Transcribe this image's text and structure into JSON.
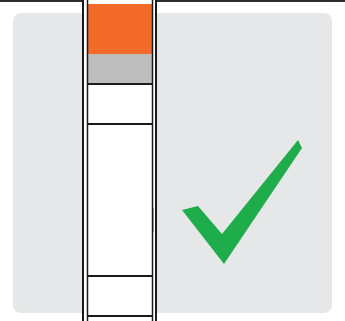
{
  "colors": {
    "panel": "#e6e7e8",
    "outline": "#1a1a1a",
    "segment_filled": "#f26b2a",
    "segment_partial": "#bdbdbd",
    "segment_empty": "#ffffff",
    "check": "#1fad4b"
  },
  "column": {
    "segments": [
      {
        "name": "segment-1",
        "state": "filled"
      },
      {
        "name": "segment-2",
        "state": "partial"
      },
      {
        "name": "segment-3",
        "state": "empty"
      },
      {
        "name": "segment-4",
        "state": "empty"
      },
      {
        "name": "segment-5",
        "state": "empty"
      }
    ]
  },
  "icon": {
    "name": "checkmark-icon"
  }
}
